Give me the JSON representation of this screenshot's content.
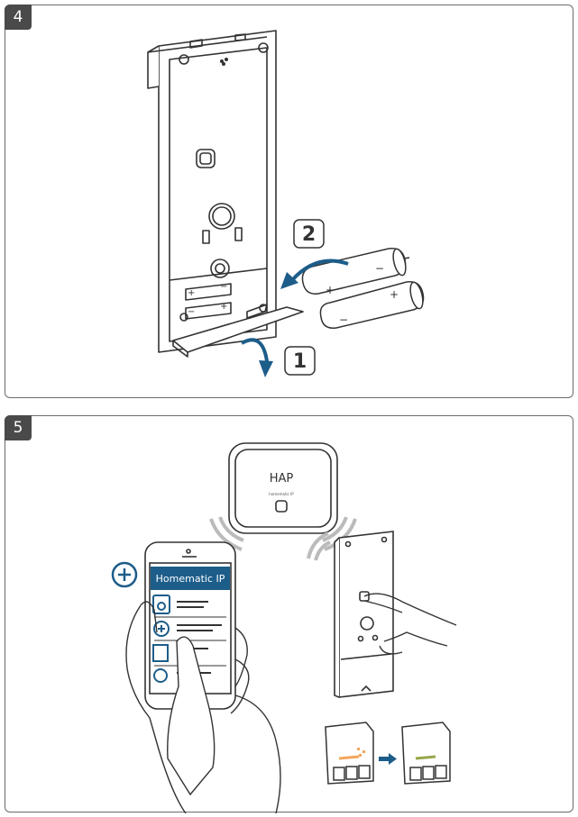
{
  "panels": [
    {
      "step": "4",
      "callouts": {
        "first": "1",
        "second": "2"
      }
    },
    {
      "step": "5",
      "hap_label": "HAP",
      "hap_sublabel": "homematic IP",
      "app_title": "Homematic IP"
    }
  ],
  "colors": {
    "accent": "#1d5d8a",
    "line": "#3a3a3a",
    "badge": "#4a4a4a",
    "led_orange": "#f2a65a",
    "led_green": "#9aa64a"
  }
}
